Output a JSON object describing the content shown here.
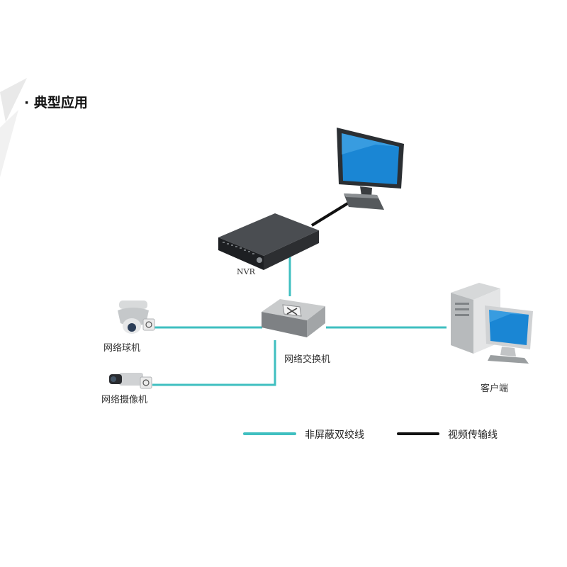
{
  "heading": "· 典型应用",
  "devices": {
    "nvr": "NVR",
    "dome_camera": "网络球机",
    "bullet_camera": "网络摄像机",
    "switch": "网络交换机",
    "client": "客户端"
  },
  "legend": {
    "utp": "非屏蔽双绞线",
    "video": "视频传输线"
  },
  "colors": {
    "utp_line": "#3fbfc0",
    "video_line": "#111111",
    "screen": "#1a86d4"
  }
}
